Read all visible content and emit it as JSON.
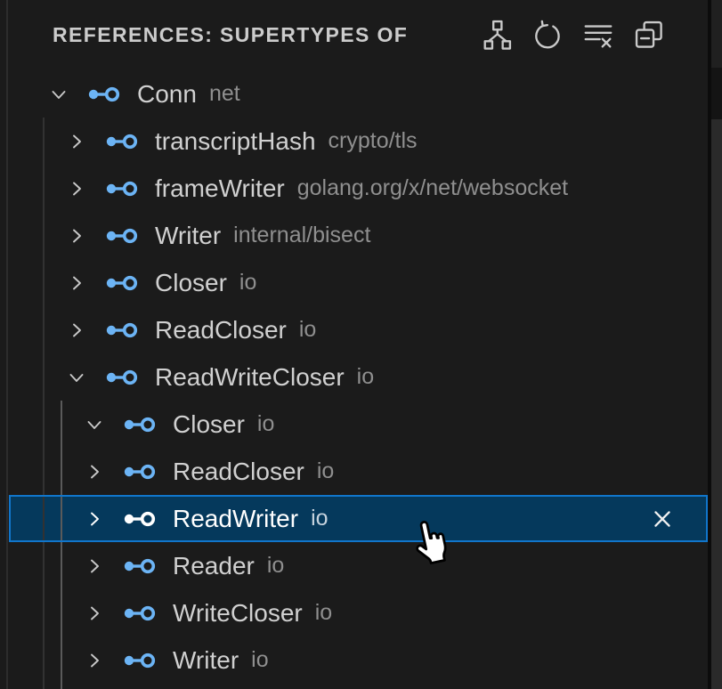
{
  "header": {
    "title": "REFERENCES: SUPERTYPES OF",
    "toolbar_icons": [
      {
        "name": "type-hierarchy-icon"
      },
      {
        "name": "refresh-icon"
      },
      {
        "name": "clear-all-icon"
      },
      {
        "name": "collapse-all-icon"
      }
    ]
  },
  "tree": {
    "items": [
      {
        "label": "Conn",
        "description": "net",
        "level": 1,
        "state": "expanded",
        "selected": false
      },
      {
        "label": "transcriptHash",
        "description": "crypto/tls",
        "level": 2,
        "state": "collapsed",
        "selected": false
      },
      {
        "label": "frameWriter",
        "description": "golang.org/x/net/websocket",
        "level": 2,
        "state": "collapsed",
        "selected": false
      },
      {
        "label": "Writer",
        "description": "internal/bisect",
        "level": 2,
        "state": "collapsed",
        "selected": false
      },
      {
        "label": "Closer",
        "description": "io",
        "level": 2,
        "state": "collapsed",
        "selected": false
      },
      {
        "label": "ReadCloser",
        "description": "io",
        "level": 2,
        "state": "collapsed",
        "selected": false
      },
      {
        "label": "ReadWriteCloser",
        "description": "io",
        "level": 2,
        "state": "expanded",
        "selected": false
      },
      {
        "label": "Closer",
        "description": "io",
        "level": 3,
        "state": "expanded",
        "selected": false
      },
      {
        "label": "ReadCloser",
        "description": "io",
        "level": 3,
        "state": "collapsed",
        "selected": false
      },
      {
        "label": "ReadWriter",
        "description": "io",
        "level": 3,
        "state": "collapsed",
        "selected": true,
        "close_button": true
      },
      {
        "label": "Reader",
        "description": "io",
        "level": 3,
        "state": "collapsed",
        "selected": false
      },
      {
        "label": "WriteCloser",
        "description": "io",
        "level": 3,
        "state": "collapsed",
        "selected": false
      },
      {
        "label": "Writer",
        "description": "io",
        "level": 3,
        "state": "collapsed",
        "selected": false
      }
    ],
    "symbol_kind": "interface"
  },
  "cursor": {
    "shape": "pointing-hand"
  },
  "colors": {
    "panel_background": "#1b1b1b",
    "symbol_interface_blue": "#6cb4f5",
    "selection_background": "#05395c",
    "selection_border": "#1176cb",
    "label_foreground": "#d0d0d0",
    "description_foreground": "#8f8f8f",
    "title_foreground": "#cccccc"
  }
}
